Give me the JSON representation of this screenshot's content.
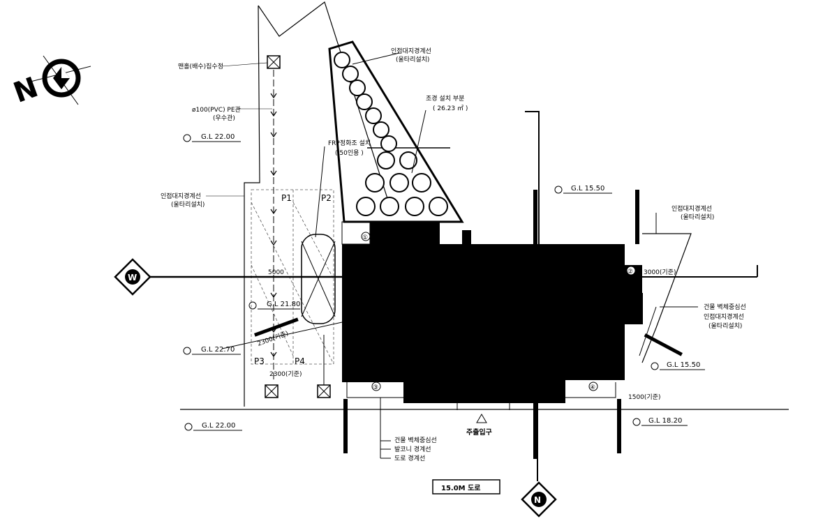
{
  "north_label": "N",
  "section_markers": {
    "left": "W",
    "bottom": "N"
  },
  "labels": {
    "drain_tank": "맨홀(배수)집수정",
    "pipe_line_1": "ø100(PVC) PE관",
    "pipe_line_2": "(우수관)",
    "site_boundary_left_1": "인접대지경계선",
    "site_boundary_left_2": "(울타리설치)",
    "tank_1": "FRP정화조 설치",
    "tank_2": "( 50인용 )",
    "top_boundary_1": "인접대지경계선",
    "top_boundary_2": "(울타리설치)",
    "landscape_1": "조경 설치 부분",
    "landscape_2": "( 26.23 ㎡ )",
    "right_boundary_1": "인접대지경계선",
    "right_boundary_2": "(울타리설치)",
    "right_mid_1": "건물 벽체중심선",
    "right_mid_2": "인접대지경계선",
    "right_mid_3": "(울타리설치)",
    "bottom_1": "건물 벽체중심선",
    "bottom_2": "발코니 경계선",
    "bottom_3": "도로 경계선",
    "entrance": "주출입구",
    "road": "15.0M 도로"
  },
  "ground_levels": {
    "gl_left_top": "G.L 22.00",
    "gl_left_mid": "G.L 21.80",
    "gl_left_low": "G.L 22.70",
    "gl_left_bottom": "G.L 22.00",
    "gl_center": "G.L 15.50",
    "gl_right_mid": "G.L 15.50",
    "gl_right_bottom": "G.L 18.20"
  },
  "parking": [
    "P1",
    "P2",
    "P3",
    "P4"
  ],
  "dims": {
    "d_3000": "3000(기준)",
    "d_5000": "5000",
    "d_1500": "1500(기준)",
    "d_bottom_left": "2300(기준)",
    "d_bottom_right": "2300(기준)"
  },
  "markers": [
    "①",
    "②",
    "③",
    "④"
  ],
  "colors": {
    "ink": "#000000",
    "paper": "#ffffff"
  }
}
